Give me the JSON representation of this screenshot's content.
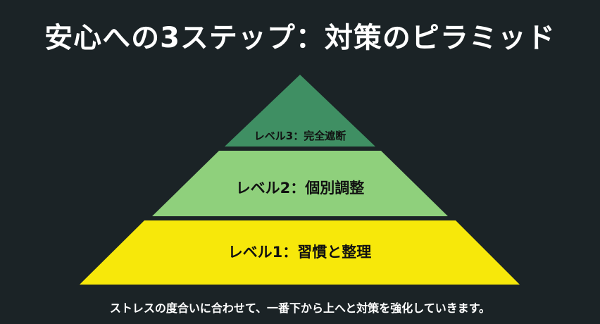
{
  "title": "安心への3ステップ：対策のピラミッド",
  "pyramid": {
    "tiers": [
      {
        "level": 3,
        "label": "レベル3：完全遮断",
        "color": "#3f8f63"
      },
      {
        "level": 2,
        "label": "レベル2：個別調整",
        "color": "#8fd07c"
      },
      {
        "level": 1,
        "label": "レベル1：習慣と整理",
        "color": "#f7e80a"
      }
    ]
  },
  "caption": "ストレスの度合いに合わせて、一番下から上へと対策を強化していきます。",
  "colors": {
    "background": "#1b2326",
    "title_text": "#ffffff",
    "label_text": "#111111"
  }
}
